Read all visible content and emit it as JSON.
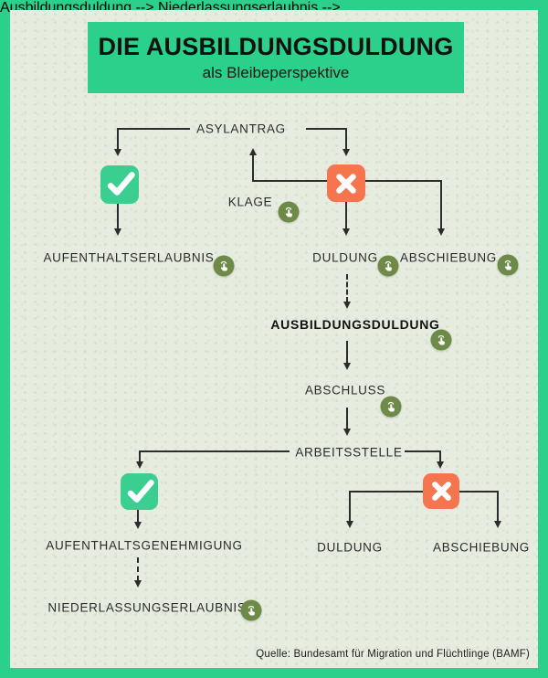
{
  "header": {
    "title": "DIE AUSBILDUNGSDULDUNG",
    "subtitle": "als Bleibeperspektive"
  },
  "colors": {
    "frame_green": "#2bd08a",
    "banner_green": "#2bd08a",
    "paper_background": "#e6ecdf",
    "check_green": "#3ace91",
    "cross_orange": "#f4754e",
    "tap_icon_olive": "#6d8a48",
    "line_dark": "#2c2c2c"
  },
  "nodes": {
    "asylantrag": {
      "label": "ASYLANTRAG"
    },
    "klage": {
      "label": "KLAGE"
    },
    "aufenthaltserlaubnis": {
      "label": "AUFENTHALTSERLAUBNIS"
    },
    "duldung_top": {
      "label": "DULDUNG"
    },
    "abschiebung_top": {
      "label": "ABSCHIEBUNG"
    },
    "ausbildungsduldung": {
      "label": "AUSBILDUNGSDULDUNG"
    },
    "abschluss": {
      "label": "ABSCHLUSS"
    },
    "arbeitsstelle": {
      "label": "ARBEITSSTELLE"
    },
    "aufenthaltsgenehmigung": {
      "label": "AUFENTHALTSGENEHMIGUNG"
    },
    "niederlassungserlaubnis": {
      "label": "NIEDERLASSUNGSERLAUBNIS"
    },
    "duldung_bottom": {
      "label": "DULDUNG"
    },
    "abschiebung_bottom": {
      "label": "ABSCHIEBUNG"
    }
  },
  "icons": {
    "check": "checkmark-icon",
    "cross": "cross-icon",
    "tap": "tap-click-icon"
  },
  "footer": {
    "source": "Quelle: Bundesamt für Migration und Flüchtlinge  (BAMF)"
  }
}
